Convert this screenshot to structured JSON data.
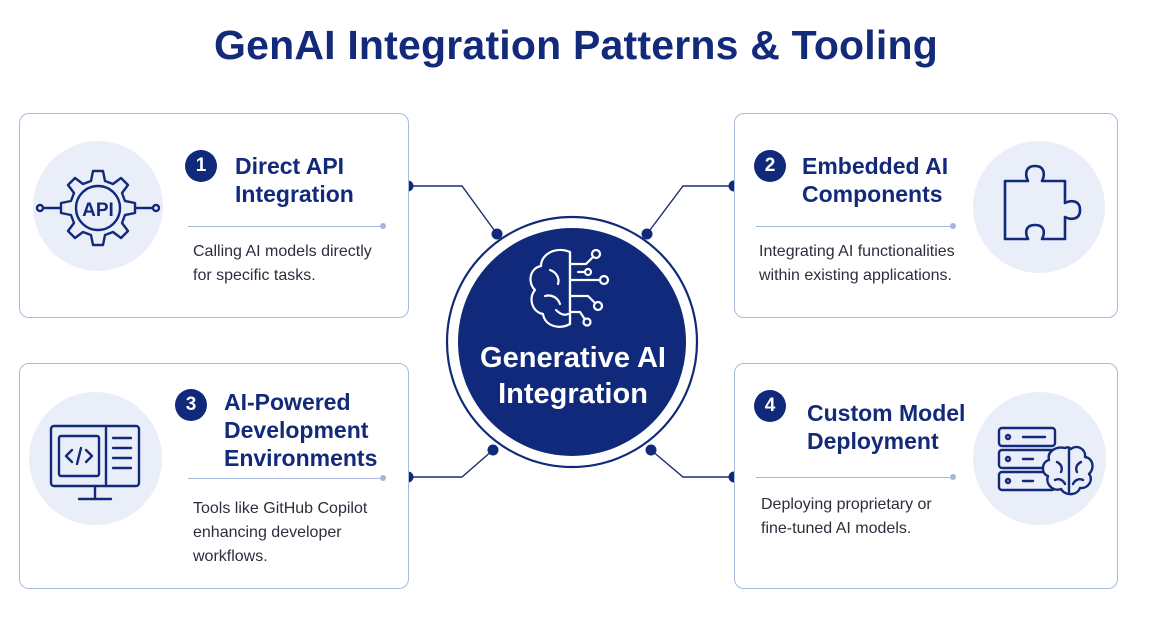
{
  "title": "GenAI Integration Patterns & Tooling",
  "hub": {
    "title_line1": "Generative AI",
    "title_line2": "Integration",
    "icon": "brain-circuit-icon"
  },
  "cards": [
    {
      "number": "1",
      "title_line1": "Direct API",
      "title_line2": "Integration",
      "desc_line1": "Calling AI models directly",
      "desc_line2": "for specific tasks.",
      "icon": "api-gear-icon"
    },
    {
      "number": "2",
      "title_line1": "Embedded AI",
      "title_line2": "Components",
      "desc_line1": "Integrating AI functionalities",
      "desc_line2": "within existing applications.",
      "icon": "puzzle-piece-icon"
    },
    {
      "number": "3",
      "title_line1": "AI-Powered",
      "title_line2": "Development",
      "title_line3": "Environments",
      "desc_line1": "Tools like GitHub Copilot",
      "desc_line2": "enhancing developer",
      "desc_line3": "workflows.",
      "icon": "code-monitor-icon"
    },
    {
      "number": "4",
      "title_line1": "Custom Model",
      "title_line2": "Deployment",
      "desc_line1": "Deploying proprietary or",
      "desc_line2": "fine-tuned AI models.",
      "icon": "server-brain-icon"
    }
  ],
  "icon_labels": {
    "api": "API"
  },
  "colors": {
    "primary": "#10297a",
    "border": "#a9bbdb",
    "icon_bg": "#e9eef8",
    "text": "#2a2f3b"
  }
}
